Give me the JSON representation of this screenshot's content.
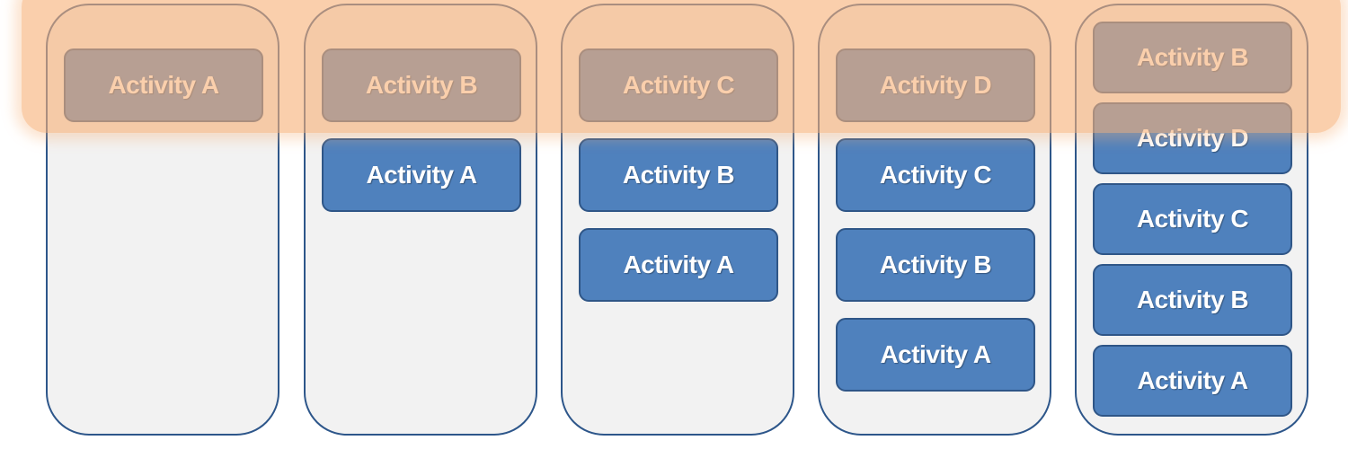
{
  "columns": [
    {
      "id": "col-1",
      "items": [
        "Activity A"
      ]
    },
    {
      "id": "col-2",
      "items": [
        "Activity B",
        "Activity A"
      ]
    },
    {
      "id": "col-3",
      "items": [
        "Activity C",
        "Activity B",
        "Activity A"
      ]
    },
    {
      "id": "col-4",
      "items": [
        "Activity D",
        "Activity C",
        "Activity B",
        "Activity A"
      ]
    },
    {
      "id": "col-5",
      "items": [
        "Activity B",
        "Activity D",
        "Activity C",
        "Activity B",
        "Activity A"
      ]
    }
  ],
  "colors": {
    "activity_fill": "#4f81bd",
    "activity_border": "#2f5687",
    "column_fill": "#f2f2f2",
    "column_border": "#2d568a",
    "highlight": "#f7b279"
  }
}
